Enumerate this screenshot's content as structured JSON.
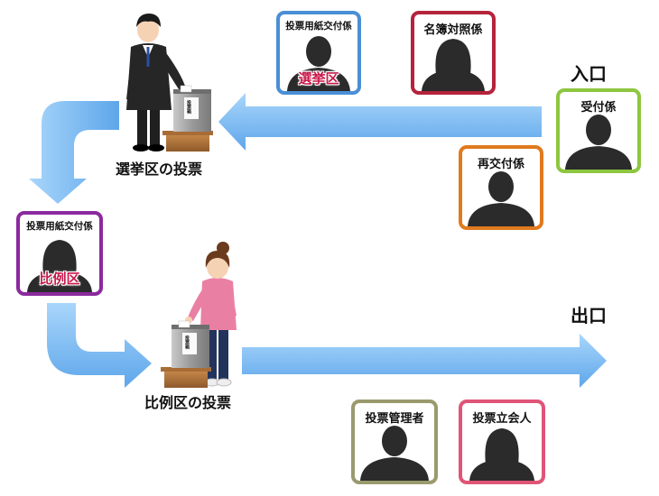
{
  "entrance_label": "入口",
  "exit_label": "出口",
  "booths": {
    "senkyoku_vote": "選挙区の投票",
    "hireiku_vote": "比例区の投票"
  },
  "ballot_box_label": "投票箱",
  "roles": {
    "uketsuke": {
      "title": "受付係",
      "border": "#8dc63f"
    },
    "saikofu": {
      "title": "再交付係",
      "border": "#e07a1f"
    },
    "meibo": {
      "title": "名簿対照係",
      "border": "#b5233c"
    },
    "senkyoku_kofu": {
      "title": "投票用紙交付係",
      "district": "選挙区",
      "border": "#4a8fd6"
    },
    "hireiku_kofu": {
      "title": "投票用紙交付係",
      "district": "比例区",
      "border": "#8a2a9e"
    },
    "kanrisha": {
      "title": "投票管理者",
      "border": "#9b9a6e"
    },
    "tachiainin": {
      "title": "投票立会人",
      "border": "#e05577"
    }
  },
  "colors": {
    "arrow_fill": "#8ec5f2",
    "arrow_edge": "#4d9be0"
  }
}
